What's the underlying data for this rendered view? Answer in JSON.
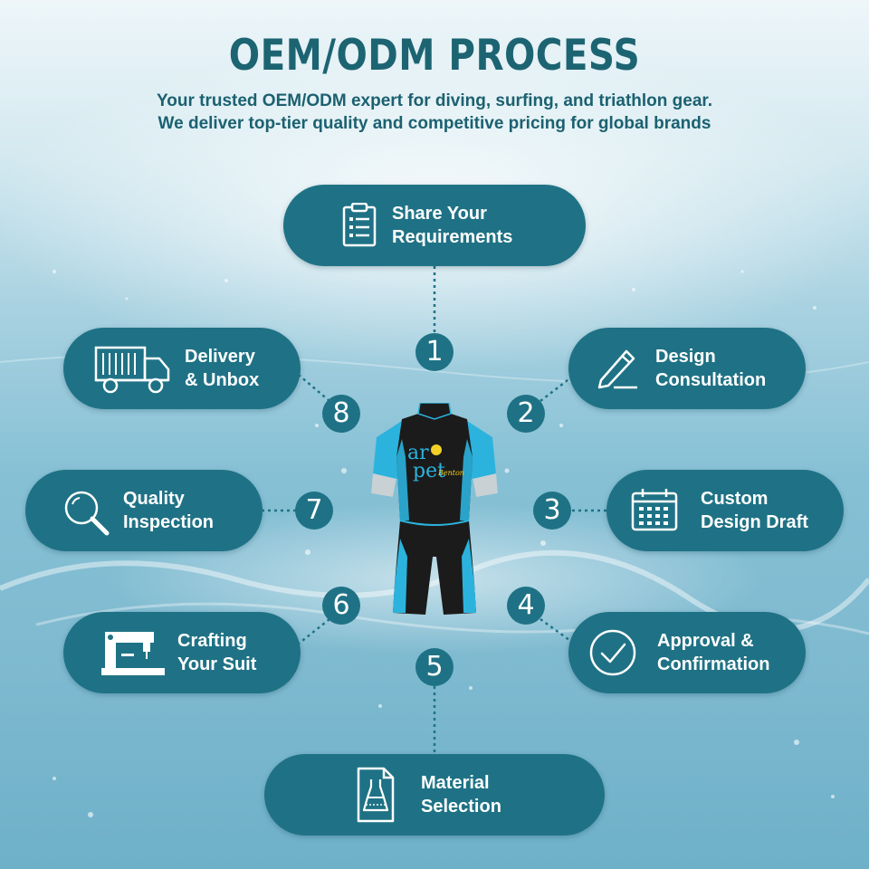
{
  "header": {
    "title": "OEM/ODM PROCESS",
    "subtitle_line1": "Your trusted OEM/ODM expert for diving, surfing, and triathlon gear.",
    "subtitle_line2": "We deliver top-tier quality and competitive pricing for global brands"
  },
  "colors": {
    "accent": "#1f7285",
    "title": "#1d6472",
    "suit_blue": "#2bb3dd",
    "suit_black": "#1b1b1b"
  },
  "steps": [
    {
      "number": "1",
      "label": "Share Your\nRequirements",
      "icon": "clipboard-icon"
    },
    {
      "number": "2",
      "label": "Design\nConsultation",
      "icon": "pencil-icon"
    },
    {
      "number": "3",
      "label": "Custom\nDesign Draft",
      "icon": "calendar-icon"
    },
    {
      "number": "4",
      "label": "Approval &\nConfirmation",
      "icon": "check-circle-icon"
    },
    {
      "number": "5",
      "label": "Material\nSelection",
      "icon": "dress-document-icon"
    },
    {
      "number": "6",
      "label": "Crafting\nYour Suit",
      "icon": "sewing-machine-icon"
    },
    {
      "number": "7",
      "label": "Quality\nInspection",
      "icon": "magnifier-icon"
    },
    {
      "number": "8",
      "label": "Delivery\n& Unbox",
      "icon": "truck-icon"
    }
  ],
  "center": {
    "image": "wetsuit-image"
  }
}
